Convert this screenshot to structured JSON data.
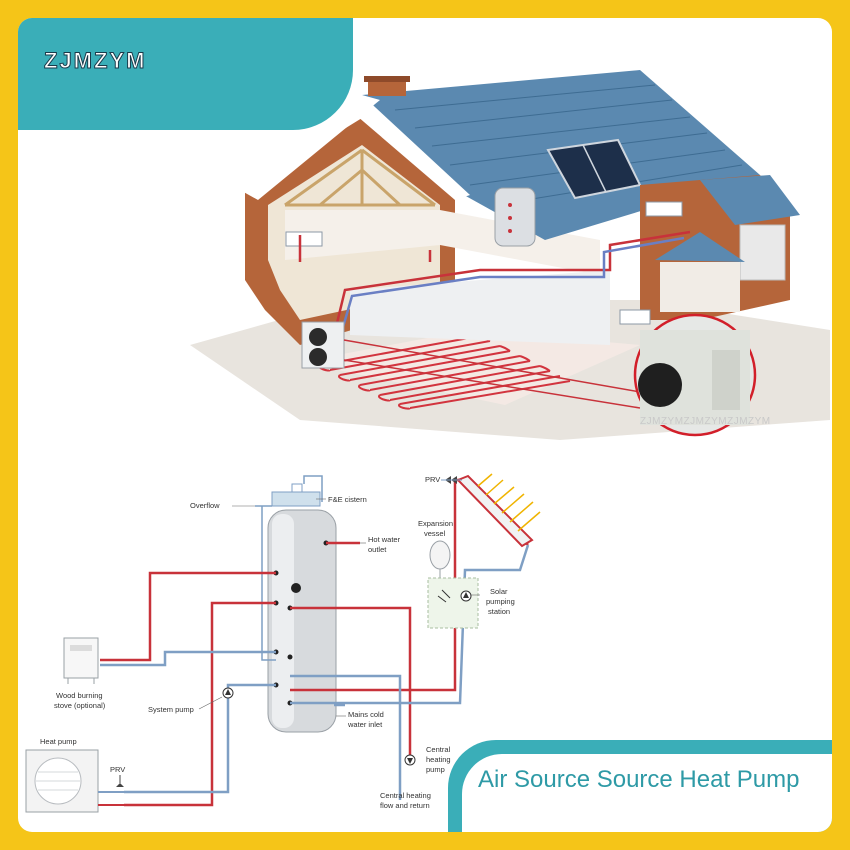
{
  "brand": {
    "logo_text": "ZJMZYM"
  },
  "watermark": {
    "text": "ZJMZYMZJMZYMZJMZYM"
  },
  "footer": {
    "title": "Air Source Source Heat Pump"
  },
  "diagram": {
    "labels": {
      "overflow": "Overflow",
      "fe_cistern": "F&E cistern",
      "hot_water_outlet_1": "Hot water",
      "hot_water_outlet_2": "outlet",
      "prv_top": "PRV",
      "expansion_vessel_1": "Expansion",
      "expansion_vessel_2": "vessel",
      "solar_station_1": "Solar",
      "solar_station_2": "pumping",
      "solar_station_3": "station",
      "wood_stove_1": "Wood burning",
      "wood_stove_2": "stove (optional)",
      "system_pump": "System pump",
      "heat_pump": "Heat pump",
      "prv_bottom": "PRV",
      "mains_cold_1": "Mains cold",
      "mains_cold_2": "water inlet",
      "central_pump_1": "Central",
      "central_pump_2": "heating",
      "central_pump_3": "pump",
      "central_flow_1": "Central heating",
      "central_flow_2": "flow and return"
    }
  },
  "colors": {
    "border": "#f5c518",
    "accent": "#3aaeb8",
    "hot_pipe": "#c8323a",
    "cold_pipe": "#7f9fc4",
    "roof": "#5b89b0",
    "brick": "#b5653a"
  }
}
